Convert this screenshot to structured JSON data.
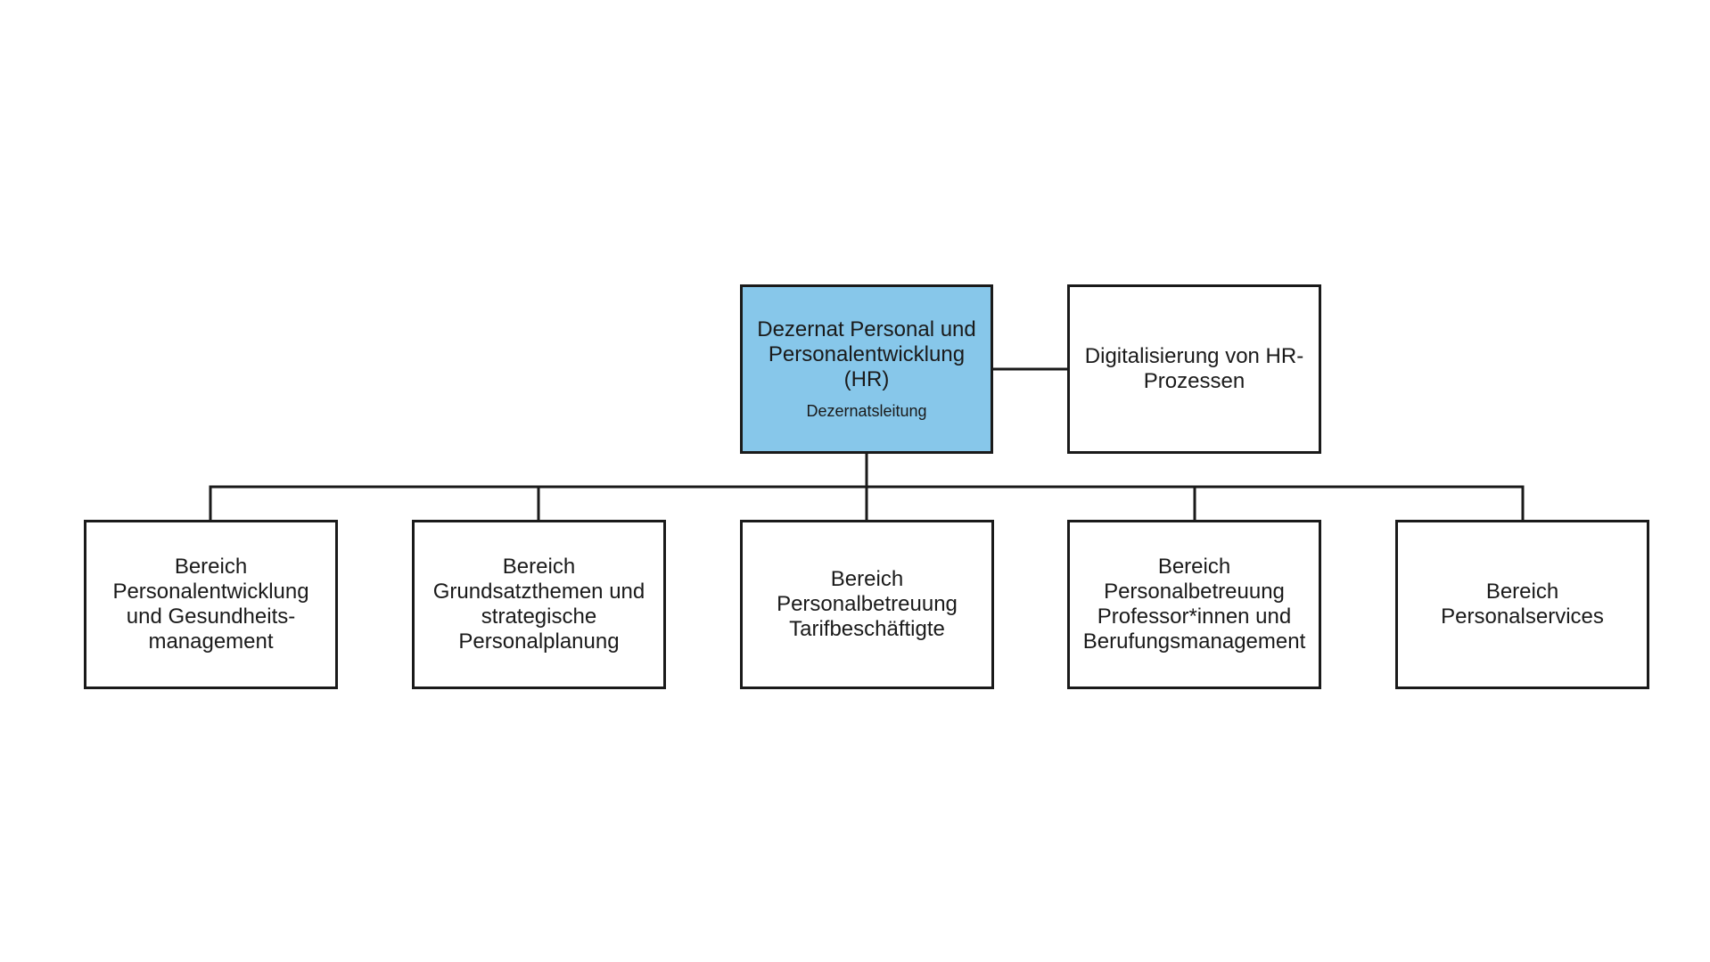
{
  "org_chart": {
    "head": {
      "title": "Dezernat Personal und\nPersonalentwicklung\n(HR)",
      "subtitle": "Dezernatsleitung",
      "fill_color": "#87c7ea"
    },
    "staff": {
      "title": "Digitalisierung von HR-\nProzessen"
    },
    "units": [
      {
        "title": "Bereich\nPersonalentwicklung\nund Gesundheits-\nmanagement"
      },
      {
        "title": "Bereich\nGrundsatzthemen und\nstrategische\nPersonalplanung"
      },
      {
        "title": "Bereich\nPersonalbetreuung\nTarifbeschäftigte"
      },
      {
        "title": "Bereich\nPersonalbetreuung\nProfessor*innen und\nBerufungsmanagement"
      },
      {
        "title": "Bereich\nPersonalservices"
      }
    ]
  }
}
